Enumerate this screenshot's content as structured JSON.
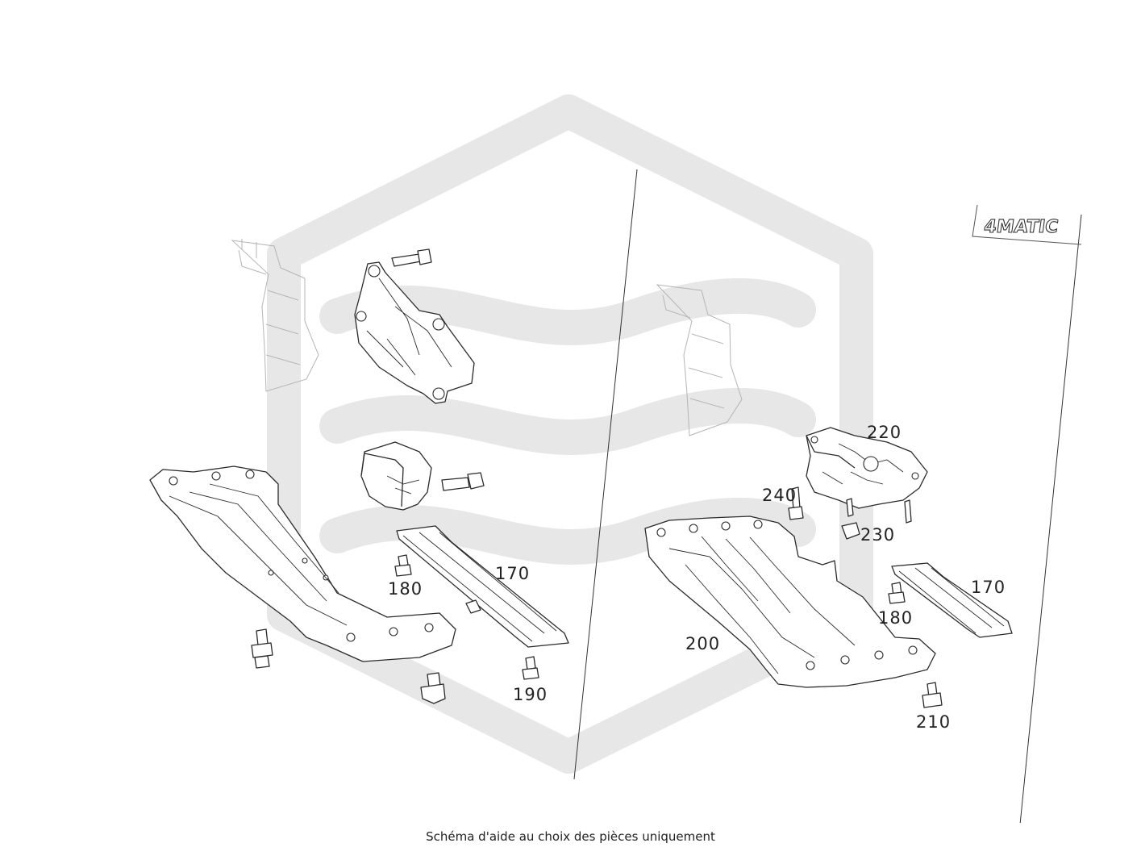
{
  "callouts": {
    "c170_left": "170",
    "c180_left": "180",
    "c190": "190",
    "c200": "200",
    "c210": "210",
    "c220": "220",
    "c230": "230",
    "c240": "240",
    "c170_right": "170",
    "c180_right": "180"
  },
  "badge": {
    "text": "4MATIC"
  },
  "caption": "Schéma d'aide au choix des pièces uniquement",
  "colors": {
    "line": "#2a2a2a",
    "watermark": "#e6e6e6",
    "ghost": "#b5b5b5"
  }
}
